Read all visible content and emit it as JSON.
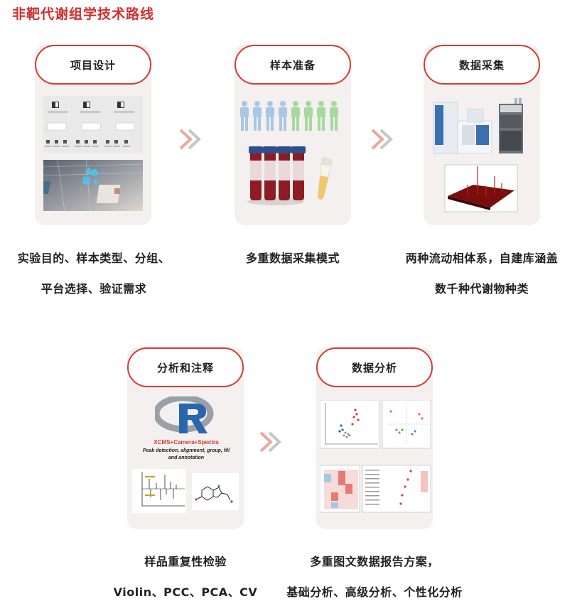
{
  "page_title": "非靶代谢组学技术路线",
  "colors": {
    "accent": "#d73a31",
    "card_bg": "#f3f0ef",
    "arrow_red": "#f3a39d",
    "arrow_gray": "#c6c6c6"
  },
  "steps": [
    {
      "label": "项目设计",
      "caption_lines": [
        "实验目的、样本类型、分组、",
        "平台选择、验证需求"
      ]
    },
    {
      "label": "样本准备",
      "caption_lines": [
        "多重数据采集模式"
      ]
    },
    {
      "label": "数据采集",
      "caption_lines": [
        "两种流动相体系，自建库涵盖",
        "数千种代谢物种类"
      ]
    },
    {
      "label": "分析和注释",
      "caption_lines": [
        "样品重复性检验",
        "Violin、PCC、PCA、CV"
      ]
    },
    {
      "label": "数据分析",
      "caption_lines": [
        "多重图文数据报告方案，",
        "基础分析、高级分析、个性化分析"
      ]
    }
  ],
  "xcms": {
    "title": "XCMS+Camera+Spectra",
    "subtitle_1": "Peak detection, alignment, group, fill",
    "subtitle_2": "and annotation"
  }
}
